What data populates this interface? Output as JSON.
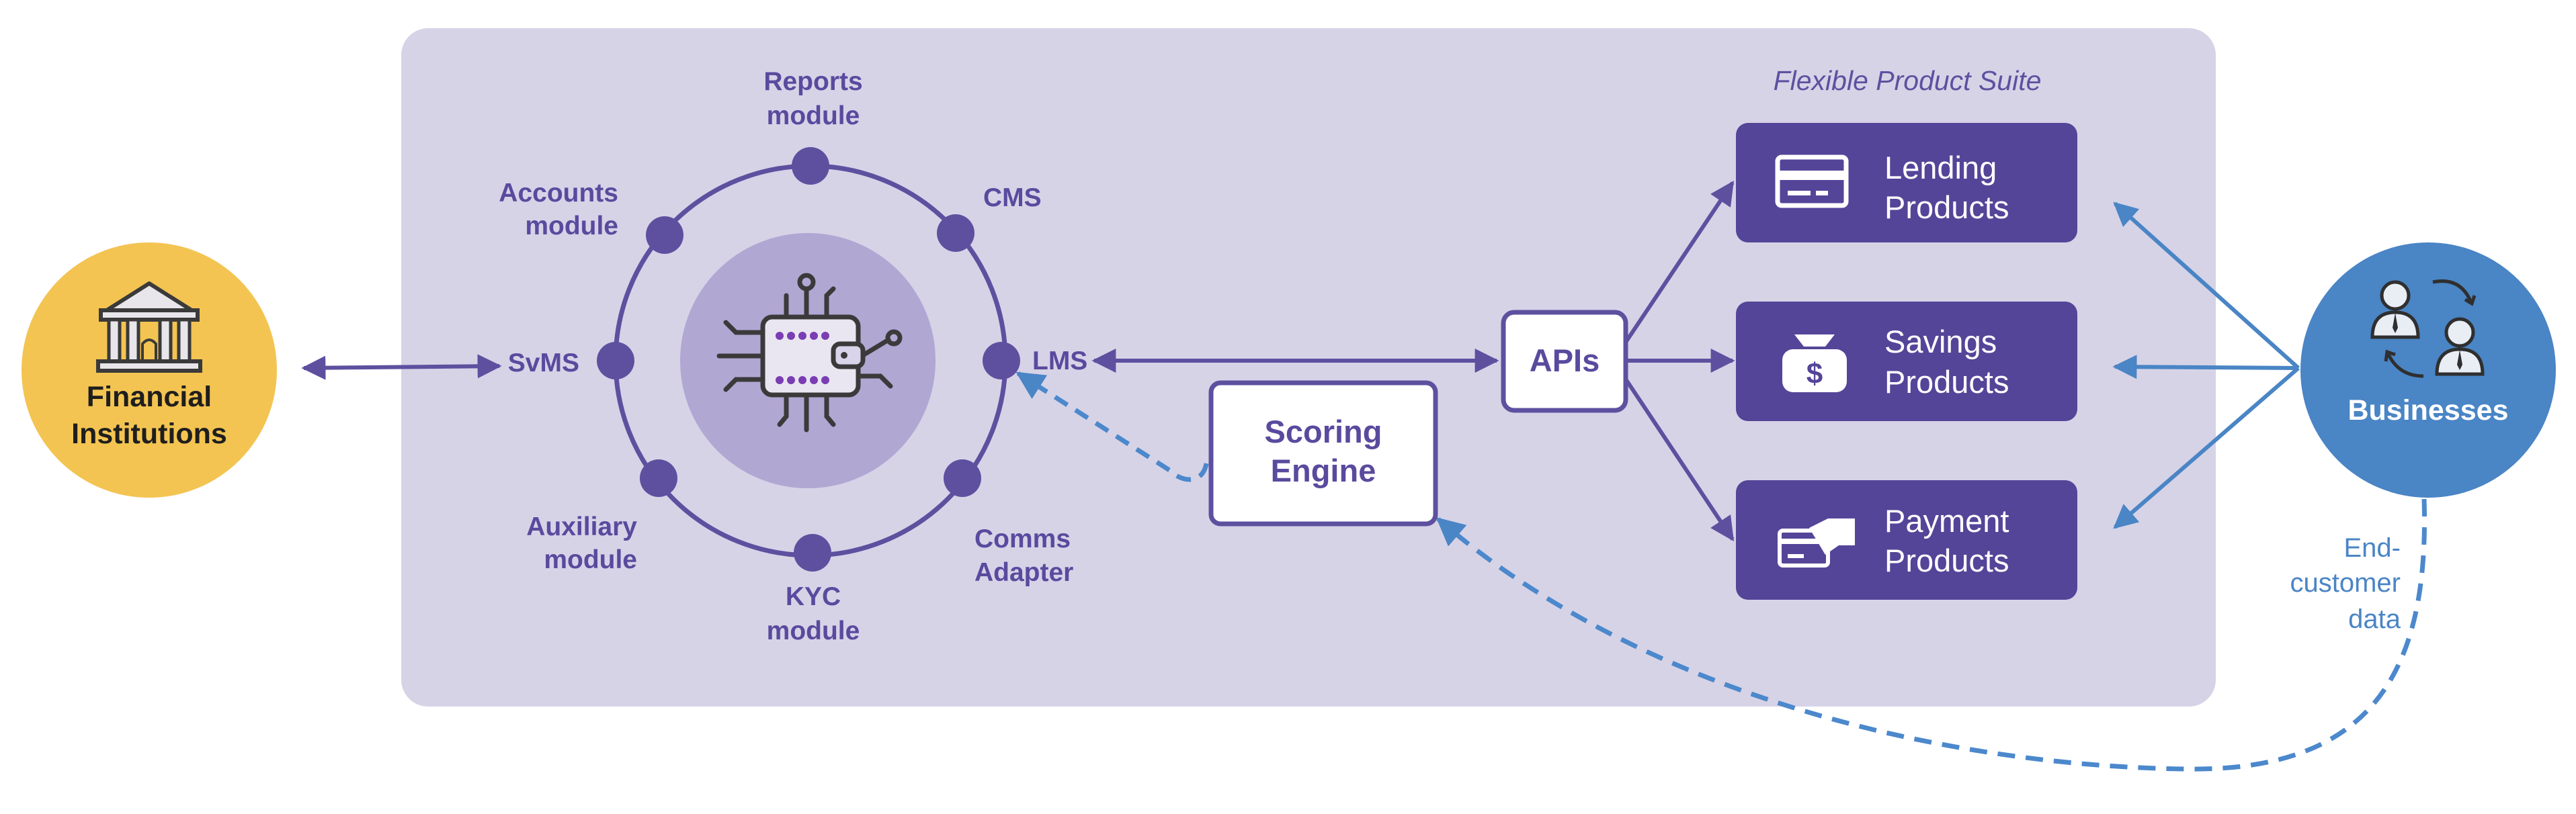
{
  "colors": {
    "platform_bg": "#d6d3e7",
    "purple": "#5e509f",
    "purple_dark": "#544598",
    "inner_disc": "#b1a7d3",
    "yellow": "#f3c451",
    "blue": "#4a85c5",
    "blue_dashed": "#4c88cc",
    "white": "#ffffff"
  },
  "financial_institutions": {
    "icon": "bank-icon",
    "line1": "Financial",
    "line2": "Institutions"
  },
  "ring": {
    "center_icon": "chip-wallet-icon",
    "modules": {
      "reports": {
        "line1": "Reports",
        "line2": "module"
      },
      "cms": {
        "line1": "CMS"
      },
      "accounts": {
        "line1": "Accounts",
        "line2": "module"
      },
      "svms": {
        "line1": "SvMS"
      },
      "lms": {
        "line1": "LMS"
      },
      "auxiliary": {
        "line1": "Auxiliary",
        "line2": "module"
      },
      "kyc": {
        "line1": "KYC",
        "line2": "module"
      },
      "comms": {
        "line1": "Comms",
        "line2": "Adapter"
      }
    }
  },
  "scoring_engine": {
    "line1": "Scoring",
    "line2": "Engine"
  },
  "apis": {
    "label": "APIs"
  },
  "product_suite": {
    "title": "Flexible Product Suite",
    "products": [
      {
        "icon": "card-icon",
        "line1": "Lending",
        "line2": "Products"
      },
      {
        "icon": "money-bag-icon",
        "line1": "Savings",
        "line2": "Products"
      },
      {
        "icon": "hand-card-icon",
        "line1": "Payment",
        "line2": "Products"
      }
    ]
  },
  "businesses": {
    "icon": "people-exchange-icon",
    "label": "Businesses"
  },
  "end_customer_data": {
    "line1": "End-",
    "line2": "customer",
    "line3": "data"
  }
}
